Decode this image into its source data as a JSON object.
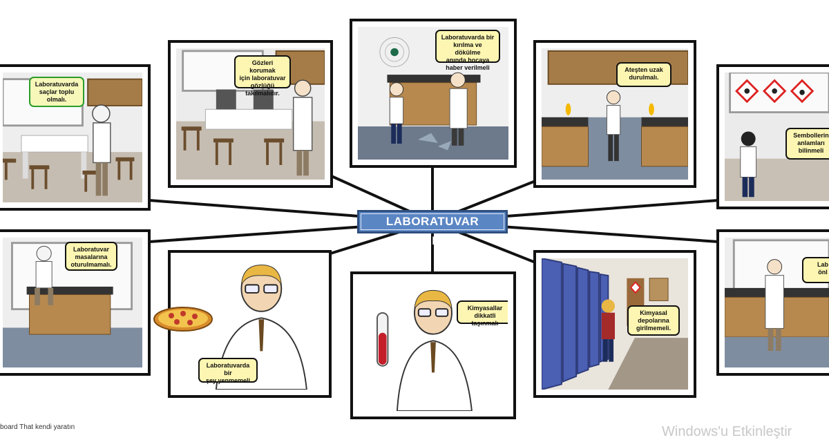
{
  "center_title": "LABORATUVAR KURALLARI",
  "panels": {
    "p1_hair": "Laboratuvarda\nsaçlar toplu\nolmalı.",
    "p2_goggles": "Gözleri korumak\niçin laboratuvar\ngözlüğü\ntakılmalıdır.",
    "p3_breakage": "Laboratuvarda bir\nkırılma ve dökülme\nanında hocaya\nhaber verilmeli",
    "p4_fire": "Ateşten uzak\ndurulmalı.",
    "p5_symbols": "Sembollerin\nanlamları\nbilinmeli",
    "p6_tables": "Laboratuvar\nmasalarına\noturulmamalı.",
    "p7_food": "Laboratuvarda bir\nşey yenmemeli",
    "p8_chemicals": "Kimyasallar\ndikkatli taşınmalı",
    "p9_storage": "Kimyasal\ndepolarına\ngirilmemeli.",
    "p10_partial": "Lab\nönl"
  },
  "footer": {
    "left": "board That kendi yaratın",
    "right": "Windows'u Etkinleştir"
  }
}
